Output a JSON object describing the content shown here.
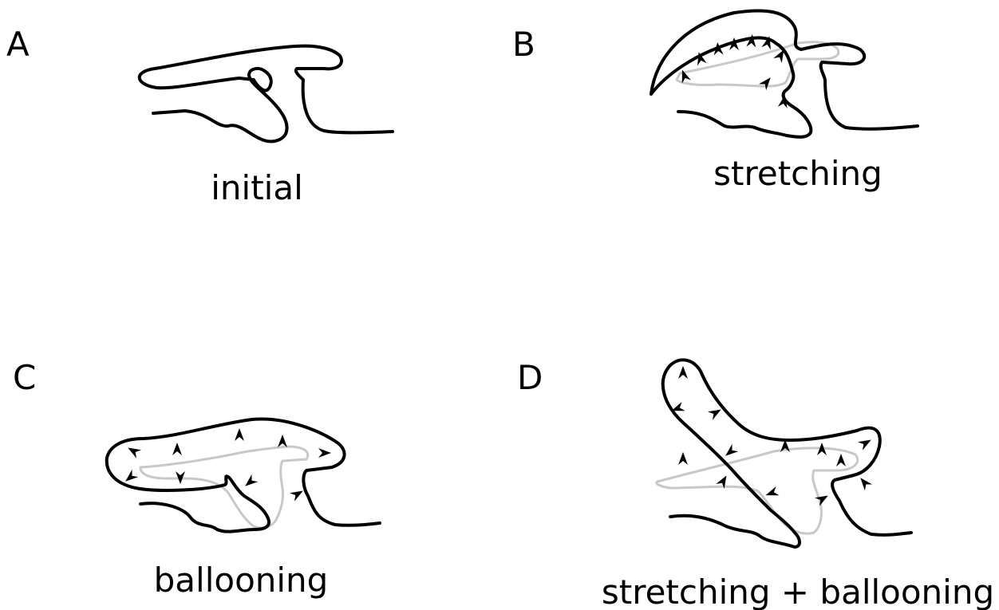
{
  "panels": [
    {
      "letter": "A",
      "caption": "initial"
    },
    {
      "letter": "B",
      "caption": "stretching"
    },
    {
      "letter": "C",
      "caption": "ballooning"
    },
    {
      "letter": "D",
      "caption": "stretching + ballooning"
    }
  ]
}
